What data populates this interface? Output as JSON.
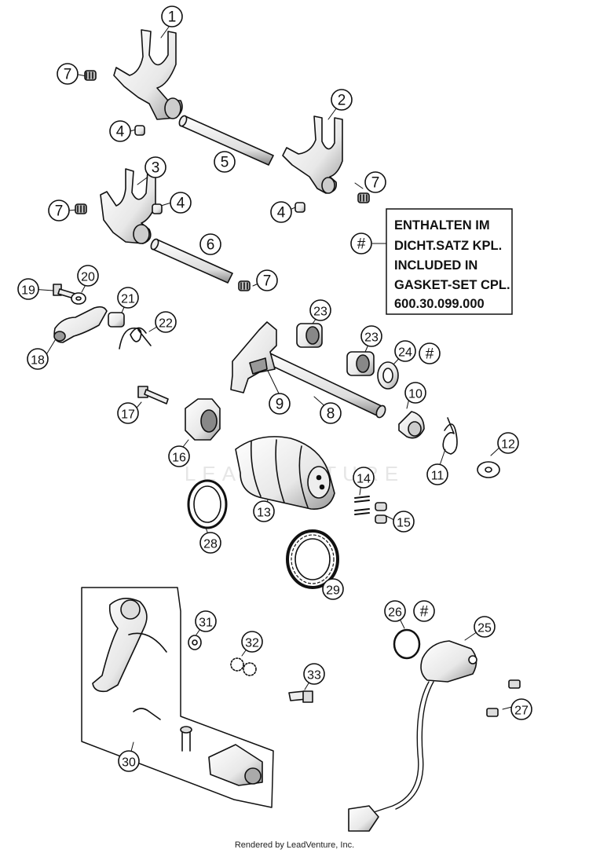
{
  "callouts": [
    {
      "id": "c1",
      "label": "1"
    },
    {
      "id": "c2",
      "label": "2"
    },
    {
      "id": "c3",
      "label": "3"
    },
    {
      "id": "c4a",
      "label": "4"
    },
    {
      "id": "c4b",
      "label": "4"
    },
    {
      "id": "c4c",
      "label": "4"
    },
    {
      "id": "c5",
      "label": "5"
    },
    {
      "id": "c6",
      "label": "6"
    },
    {
      "id": "c7a",
      "label": "7"
    },
    {
      "id": "c7b",
      "label": "7"
    },
    {
      "id": "c7c",
      "label": "7"
    },
    {
      "id": "c7d",
      "label": "7"
    },
    {
      "id": "c8",
      "label": "8"
    },
    {
      "id": "c9",
      "label": "9"
    },
    {
      "id": "c10",
      "label": "10"
    },
    {
      "id": "c11",
      "label": "11"
    },
    {
      "id": "c12",
      "label": "12"
    },
    {
      "id": "c13",
      "label": "13"
    },
    {
      "id": "c14",
      "label": "14"
    },
    {
      "id": "c15",
      "label": "15"
    },
    {
      "id": "c16",
      "label": "16"
    },
    {
      "id": "c17",
      "label": "17"
    },
    {
      "id": "c18",
      "label": "18"
    },
    {
      "id": "c19",
      "label": "19"
    },
    {
      "id": "c20",
      "label": "20"
    },
    {
      "id": "c21",
      "label": "21"
    },
    {
      "id": "c22",
      "label": "22"
    },
    {
      "id": "c23a",
      "label": "23"
    },
    {
      "id": "c23b",
      "label": "23"
    },
    {
      "id": "c24",
      "label": "24"
    },
    {
      "id": "c25",
      "label": "25"
    },
    {
      "id": "c26",
      "label": "26"
    },
    {
      "id": "c27",
      "label": "27"
    },
    {
      "id": "c28",
      "label": "28"
    },
    {
      "id": "c29",
      "label": "29"
    },
    {
      "id": "c30",
      "label": "30"
    },
    {
      "id": "c31",
      "label": "31"
    },
    {
      "id": "c32",
      "label": "32"
    },
    {
      "id": "c33",
      "label": "33"
    },
    {
      "id": "h1",
      "label": "#"
    },
    {
      "id": "h2",
      "label": "#"
    },
    {
      "id": "h3",
      "label": "#"
    }
  ],
  "note": {
    "lines": [
      "ENTHALTEN IM",
      "DICHT.SATZ KPL.",
      "INCLUDED IN",
      "GASKET-SET CPL.",
      "600.30.099.000"
    ]
  },
  "watermark": "LEADVENTURE",
  "footer": "Rendered by LeadVenture, Inc."
}
